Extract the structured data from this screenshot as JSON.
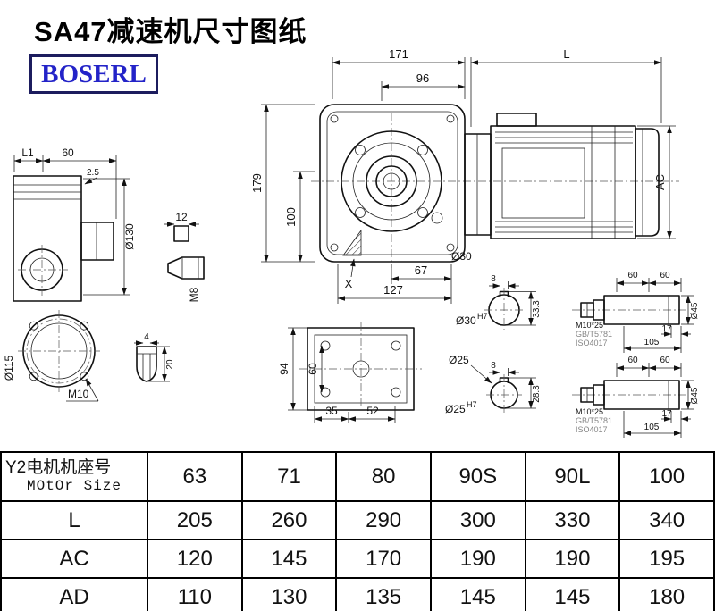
{
  "title": "SA47减速机尺寸图纸",
  "logo": "BOSERL",
  "front_view": {
    "dim_171": "171",
    "dim_96": "96",
    "dim_L": "L",
    "dim_179": "179",
    "dim_100": "100",
    "dim_AC": "AC",
    "dim_o30": "Ø30",
    "dim_67": "67",
    "dim_127": "127",
    "label_X": "X"
  },
  "side_view": {
    "dim_L1": "L1",
    "dim_60": "60",
    "dim_2_5": "2.5",
    "dim_o130": "Ø130",
    "dim_12": "12",
    "dim_M8": "M8"
  },
  "flange_view": {
    "dim_o115": "Ø115",
    "dim_M10": "M10"
  },
  "pin_view": {
    "dim_4": "4",
    "dim_20": "20"
  },
  "bottom_view": {
    "dim_94": "94",
    "dim_60": "60",
    "dim_35": "35",
    "dim_52": "52"
  },
  "shaft_top": {
    "dim_8": "8",
    "dim_33_3": "33.3",
    "bore": "Ø30",
    "tol": "H7",
    "bolt": "M10*25",
    "std1": "GB/T5781",
    "std2": "ISO4017",
    "dim_60a": "60",
    "dim_60b": "60",
    "dim_17": "17",
    "dim_105": "105",
    "dim_o45": "Ø45"
  },
  "shaft_bottom": {
    "callout": "Ø25",
    "dim_8": "8",
    "dim_28_3": "28.3",
    "bore": "Ø25",
    "tol": "H7",
    "bolt": "M10*25",
    "std1": "GB/T5781",
    "std2": "ISO4017",
    "dim_60a": "60",
    "dim_60b": "60",
    "dim_17": "17",
    "dim_105": "105",
    "dim_o45": "Ø45"
  },
  "table": {
    "header": {
      "line1": "Y2电机机座号",
      "line2": "MOtOr Size",
      "values": [
        "63",
        "71",
        "80",
        "90S",
        "90L",
        "100"
      ]
    },
    "rows": [
      {
        "label": "L",
        "values": [
          "205",
          "260",
          "290",
          "300",
          "330",
          "340"
        ]
      },
      {
        "label": "AC",
        "values": [
          "120",
          "145",
          "170",
          "190",
          "190",
          "195"
        ]
      },
      {
        "label": "AD",
        "values": [
          "110",
          "130",
          "135",
          "145",
          "145",
          "180"
        ]
      }
    ]
  }
}
